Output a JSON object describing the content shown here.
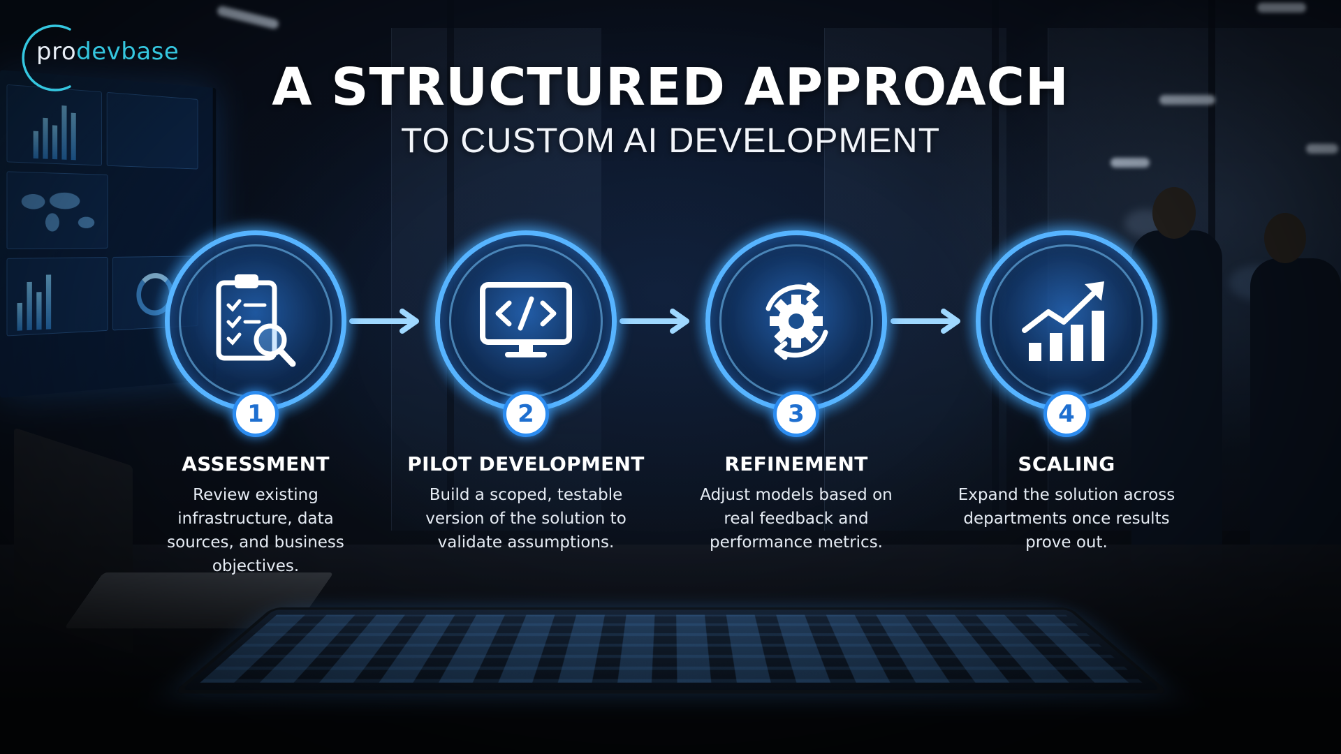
{
  "logo": {
    "part1": "pro",
    "part2": "devbase"
  },
  "title": {
    "main": "A STRUCTURED APPROACH",
    "sub": "TO CUSTOM AI DEVELOPMENT"
  },
  "steps": [
    {
      "number": "1",
      "title": "ASSESSMENT",
      "description": "Review existing infrastructure, data sources, and business objectives.",
      "icon": "clipboard-search-icon"
    },
    {
      "number": "2",
      "title": "PILOT DEVELOPMENT",
      "description": "Build a scoped, testable version of the solution to validate assumptions.",
      "icon": "code-monitor-icon"
    },
    {
      "number": "3",
      "title": "REFINEMENT",
      "description": "Adjust models based on real feedback and performance metrics.",
      "icon": "gear-cycle-icon"
    },
    {
      "number": "4",
      "title": "SCALING",
      "description": "Expand the solution across departments once results prove out.",
      "icon": "growth-chart-icon"
    }
  ],
  "colors": {
    "accent": "#57b4ff",
    "badge_text": "#1e6fd0",
    "logo_accent": "#35c7e0",
    "background": "#070b14"
  }
}
